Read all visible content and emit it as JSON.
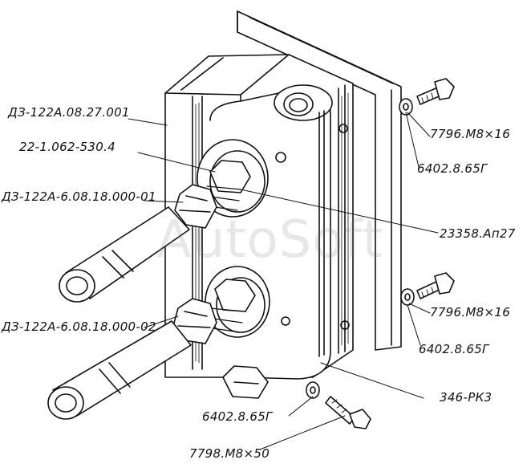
{
  "watermark": "AutoSoft",
  "labels": {
    "housing": "ДЗ-122А.08.27.001",
    "union_nut": "22-1.062-530.4",
    "tube_upper": "ДЗ-122А-6.08.18.000-01",
    "tube_lower": "ДЗ-122А-6.08.18.000-02",
    "oring": "23358.Ап27",
    "bolt_upper": "7796.М8×16",
    "washer_upper": "6402.8.65Г",
    "bolt_mid": "7796.М8×16",
    "washer_mid": "6402.8.65Г",
    "seal_plate": "346-РК3",
    "washer_bottom": "6402.8.65Г",
    "bolt_bottom": "7798.М8×50"
  },
  "colors": {
    "line": "#111111",
    "background": "#ffffff"
  }
}
